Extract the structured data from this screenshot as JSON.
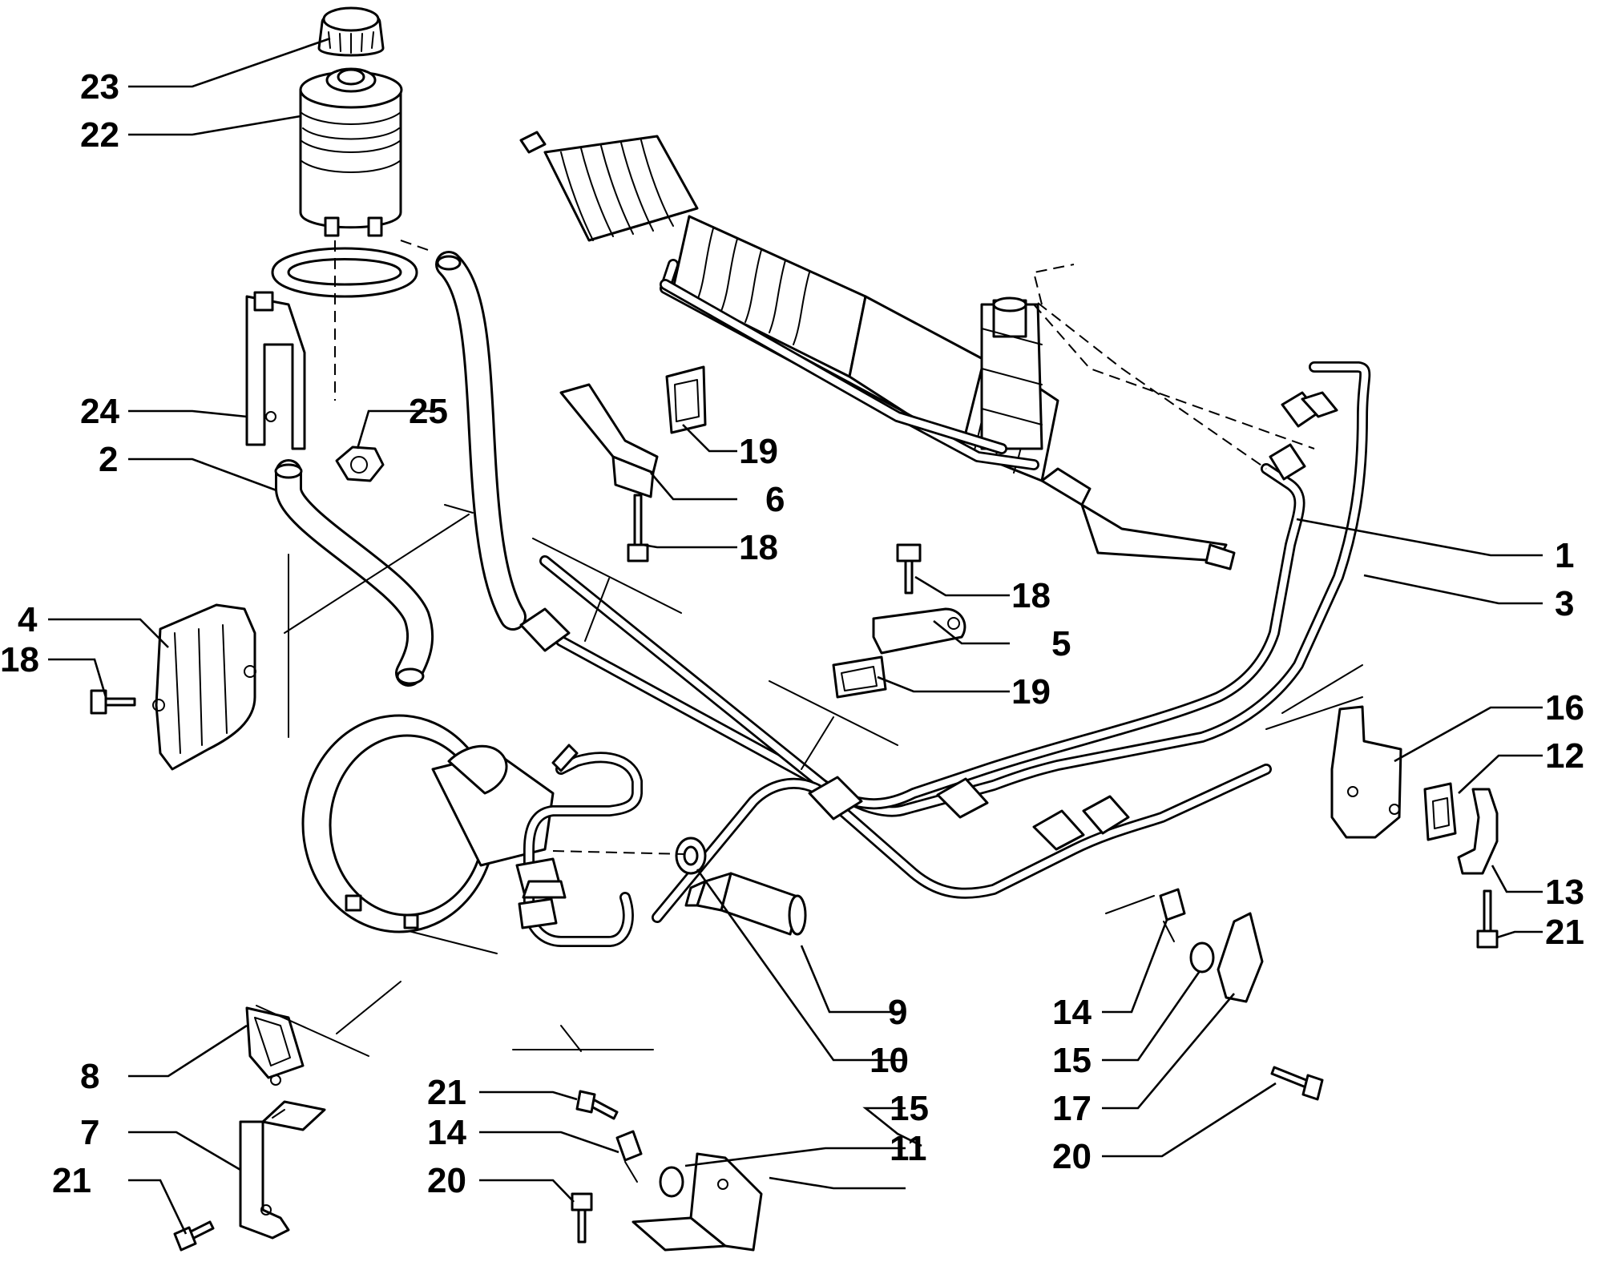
{
  "labels": {
    "p1": "1",
    "p2": "2",
    "p3": "3",
    "p4": "4",
    "p5": "5",
    "p6": "6",
    "p7": "7",
    "p8": "8",
    "p9": "9",
    "p10": "10",
    "p11": "11",
    "p12": "12",
    "p13": "13",
    "p14a": "14",
    "p14b": "14",
    "p15a": "15",
    "p15b": "15",
    "p16": "16",
    "p17": "17",
    "p18a": "18",
    "p18b": "18",
    "p18c": "18",
    "p19a": "19",
    "p19b": "19",
    "p20a": "20",
    "p20b": "20",
    "p21a": "21",
    "p21b": "21",
    "p21c": "21",
    "p22": "22",
    "p23": "23",
    "p24": "24",
    "p25": "25"
  }
}
